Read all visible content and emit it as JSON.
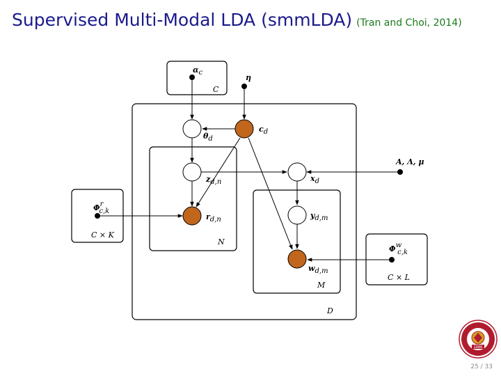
{
  "title": {
    "main": "Supervised Multi-Modal LDA (smmLDA)",
    "citation": "(Tran and Choi, 2014)"
  },
  "diagram": {
    "nodes": {
      "alpha": {
        "label": "α",
        "sub": "c"
      },
      "eta": {
        "label": "η"
      },
      "theta": {
        "label": "θ",
        "sub": "d"
      },
      "c": {
        "label": "c",
        "sub": "d"
      },
      "z": {
        "label": "z",
        "sub": "d,n"
      },
      "x": {
        "label": "x",
        "sub": "d"
      },
      "params": {
        "label": "A, Λ, μ"
      },
      "phi_r": {
        "label": "Φ",
        "sup": "r",
        "sub": "c,k"
      },
      "r": {
        "label": "r",
        "sub": "d,n"
      },
      "y": {
        "label": "y",
        "sub": "d,m"
      },
      "phi_w": {
        "label": "Φ",
        "sup": "w",
        "sub": "c,k"
      },
      "w": {
        "label": "w",
        "sub": "d,m"
      }
    },
    "plates": {
      "alpha": "C",
      "N": "N",
      "M": "M",
      "D": "D",
      "phi_r": "C × K",
      "phi_w": "C × L"
    },
    "colors": {
      "observed": "#c1661d",
      "latent": "#ffffff",
      "title": "#1a1a8c",
      "citation": "#1a7a1a"
    }
  },
  "logo": {
    "name": "university-seal-icon",
    "year": "1986"
  },
  "page": "25 / 33"
}
